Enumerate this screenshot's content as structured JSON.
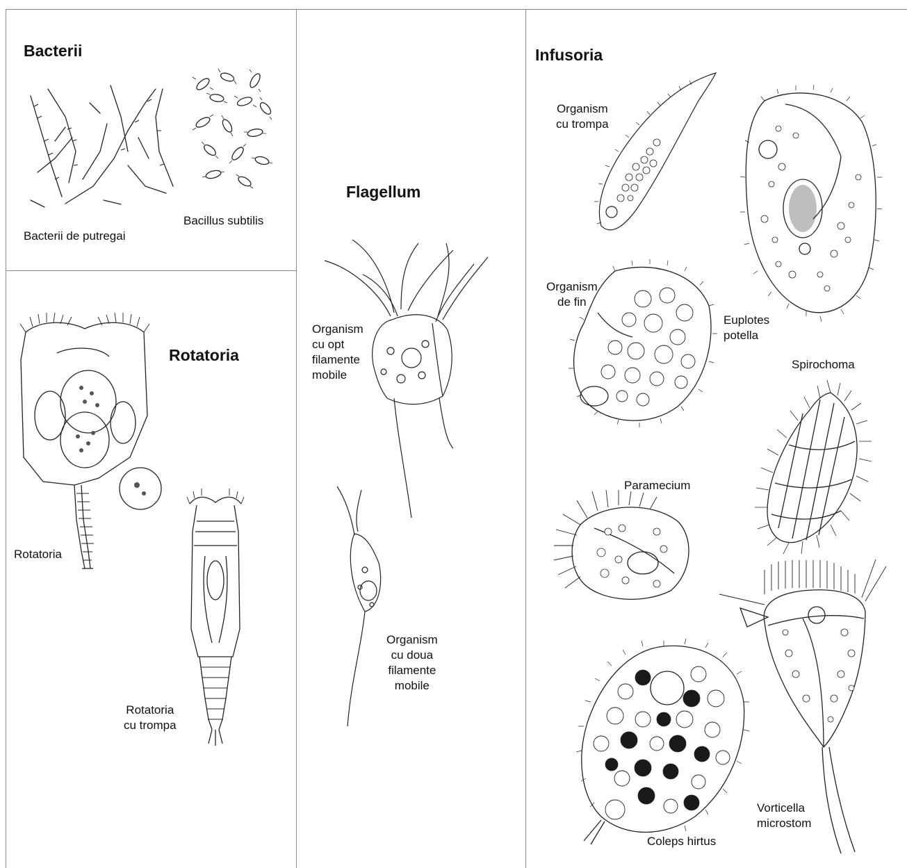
{
  "panels": {
    "bacterii": {
      "title": "Bacterii",
      "labels": {
        "putregai": "Bacterii de putregai",
        "subtilis": "Bacillus subtilis"
      }
    },
    "rotatoria": {
      "title": "Rotatoria",
      "labels": {
        "rotatoria": "Rotatoria",
        "trompa": [
          "Rotatoria",
          "cu trompa"
        ]
      }
    },
    "flagellum": {
      "title": "Flagellum",
      "labels": {
        "opt": [
          "Organism",
          "cu opt",
          "filamente",
          "mobile"
        ],
        "doua": [
          "Organism",
          "cu doua",
          "filamente",
          "mobile"
        ]
      }
    },
    "infusoria": {
      "title": "Infusoria",
      "labels": {
        "trompa": [
          "Organism",
          "cu trompa"
        ],
        "fin": [
          "Organism",
          "de fin"
        ],
        "euplotes": [
          "Euplotes",
          "potella"
        ],
        "spirochoma": "Spirochoma",
        "paramecium": "Paramecium",
        "vorticella": [
          "Vorticella",
          "microstom"
        ],
        "coleps": "Coleps hirtus"
      }
    }
  }
}
